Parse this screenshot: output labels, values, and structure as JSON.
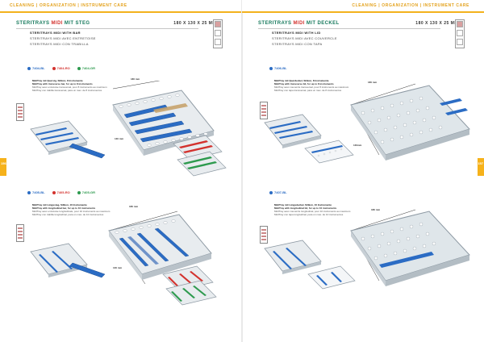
{
  "header": {
    "left_section": "CLEANING | ORGANIZATION | INSTRUMENT CARE",
    "right_section": "CLEANING | ORGANIZATION | INSTRUMENT CARE"
  },
  "page_numbers": {
    "left": "156",
    "right": "157"
  },
  "left_page": {
    "title_prefix": "STERITRAYS",
    "title_midi": "MIDI",
    "title_suffix": "MIT STEG",
    "dimensions": "180 X 130 X 25 MM",
    "subtitles": [
      "STERITRAYS MIDI WITH BAR",
      "STERITRAYS MIDI AVEC ENTRETOISE",
      "STERITRAYS MIDI CON TRABILLA"
    ],
    "product1": {
      "codes": [
        {
          "label": "7404-BL",
          "color": "blue"
        },
        {
          "label": "7404-RO",
          "color": "red"
        },
        {
          "label": "7404-GR",
          "color": "green"
        }
      ],
      "desc": [
        "MidiTray mit Querstg, Silikon, 8 Instrumente",
        "MidiTray with transverse bar, for up to 8 instruments",
        "MidiTray avec entretoise transversal, pour 8 instruments au maximum",
        "MidiTray con trabilla transversal, para un max. de 8 instrumentos"
      ],
      "measure_w": "180 mm",
      "measure_d": "130 mm"
    },
    "product2": {
      "codes": [
        {
          "label": "7405-BL",
          "color": "blue"
        },
        {
          "label": "7405-RO",
          "color": "red"
        },
        {
          "label": "7405-GR",
          "color": "green"
        }
      ],
      "desc": [
        "MidiTray mit Längssteg, Silikon, 10 Instrumente",
        "MidiTray with longitudinal bar, for up to 10 instruments",
        "MidiTray avec entretoise longitudinale, pour 10 instruments au maximum",
        "MidiTray con trabilla longitudinal, para un max. de 10 instrumentos"
      ],
      "measure_w": "180 mm",
      "measure_d": "130 mm"
    }
  },
  "right_page": {
    "title_prefix": "STERITRAYS",
    "title_midi": "MIDI",
    "title_suffix": "MIT DECKEL",
    "dimensions": "180 X 130 X 25 MM",
    "subtitles": [
      "STERITRAYS MIDI WITH LID",
      "STERITRAYS MIDI AVEC COUVERCLE",
      "STERITRAYS MIDI CON TAPA"
    ],
    "product1": {
      "codes": [
        {
          "label": "7406-BL",
          "color": "blue"
        }
      ],
      "desc": [
        "MidiTray mit Querdeckel, Silikon, 8 Instrumente",
        "MidiTray with transverse lid, for up to 8 instruments",
        "MidiTray avec couvercle transversal, pour 8 instruments au maximum",
        "MidiTray con tapa transversal, para un max. de 8 instrumentos"
      ],
      "measure_w": "180 mm",
      "measure_d": "130mm"
    },
    "product2": {
      "codes": [
        {
          "label": "7407-BL",
          "color": "blue"
        }
      ],
      "desc": [
        "MidiTray mit Längsdeckel, Silikon, 10 Instrumente",
        "MidiTray with longitudinal lid, for up to 10 instruments",
        "MidiTray avec couvercle longitudinal, pour 10 instruments au maximum",
        "MidiTray con tapa longitudinal, para un max. de 10 instrumentos"
      ],
      "measure_w": "180 mm",
      "measure_d": "130 mm"
    }
  },
  "colors": {
    "accent_orange": "#f3b21d",
    "title_green": "#177a5d",
    "midi_red": "#d3322e",
    "silicone_blue": "#2b6cc4",
    "silicone_red": "#d3322e",
    "silicone_green": "#2d9a4e"
  }
}
